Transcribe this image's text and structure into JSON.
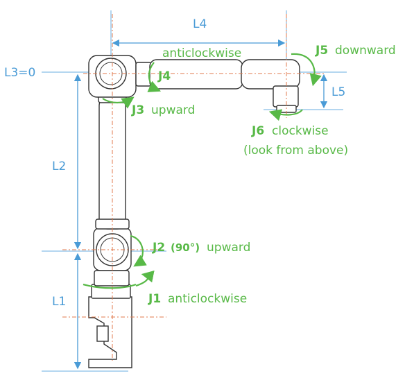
{
  "labels": {
    "l4": "L4",
    "l3": "L3=0",
    "l2": "L2",
    "l1": "L1",
    "l5": "L5",
    "j4_text": "anticlockwise",
    "j4": "J4",
    "j3": "J3",
    "j3_text": "upward",
    "j5": "J5",
    "j5_text": "downward",
    "j6": "J6",
    "j6_text": "clockwise",
    "j6_note": "(look from above)",
    "j2": "J2",
    "j2_angle": "(90°)",
    "j2_text": "upward",
    "j1": "J1",
    "j1_text": "anticlockwise"
  },
  "colors": {
    "dimension": "#4a9bd6",
    "motion": "#58b947",
    "centerline": "#e07a4c",
    "outline": "#333333"
  }
}
